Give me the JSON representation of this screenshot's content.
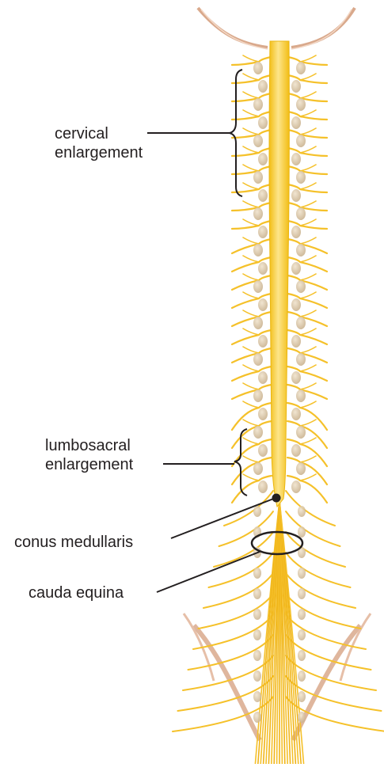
{
  "labels": {
    "cervical": [
      "cervical",
      "enlargement"
    ],
    "lumbosacral": [
      "lumbosacral",
      "enlargement"
    ],
    "conus": "conus medullaris",
    "cauda": "cauda equina"
  },
  "colors": {
    "cord": "#f7cd2e",
    "cord_highlight": "#fde58a",
    "nerve": "#f5c12a",
    "ganglion": "#e0cdb0",
    "ganglion_shade": "#c8b08c",
    "dura": "#d9a98c",
    "leader": "#231f20",
    "text": "#231f20"
  }
}
